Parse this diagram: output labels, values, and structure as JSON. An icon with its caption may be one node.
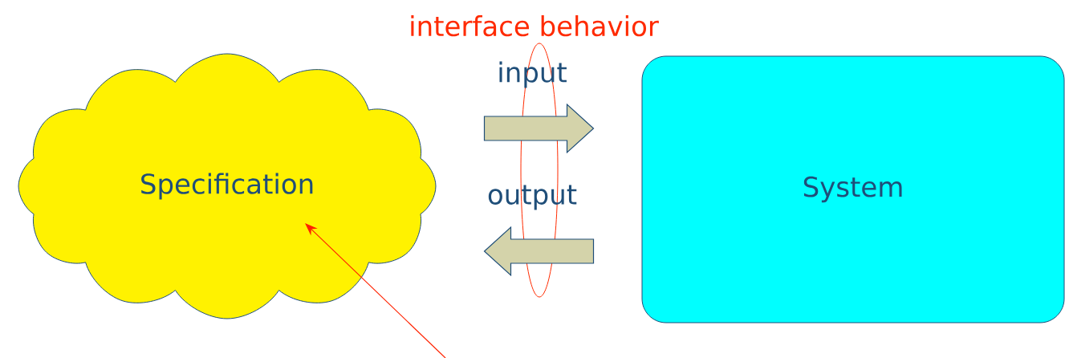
{
  "diagram": {
    "nodes": [
      {
        "text": [
          "Specification"
        ]
      },
      {
        "text": [
          "System"
        ]
      },
      {
        "text": [
          "interface behavior"
        ]
      }
    ],
    "edges": [
      {
        "from": 0,
        "to": 1,
        "arrow": "to",
        "label": "input"
      },
      {
        "from": 1,
        "to": 0,
        "arrow": "to",
        "label": "output"
      },
      {
        "from": null,
        "to": 0,
        "arrow": "to",
        "color": "#ff2200"
      }
    ]
  }
}
